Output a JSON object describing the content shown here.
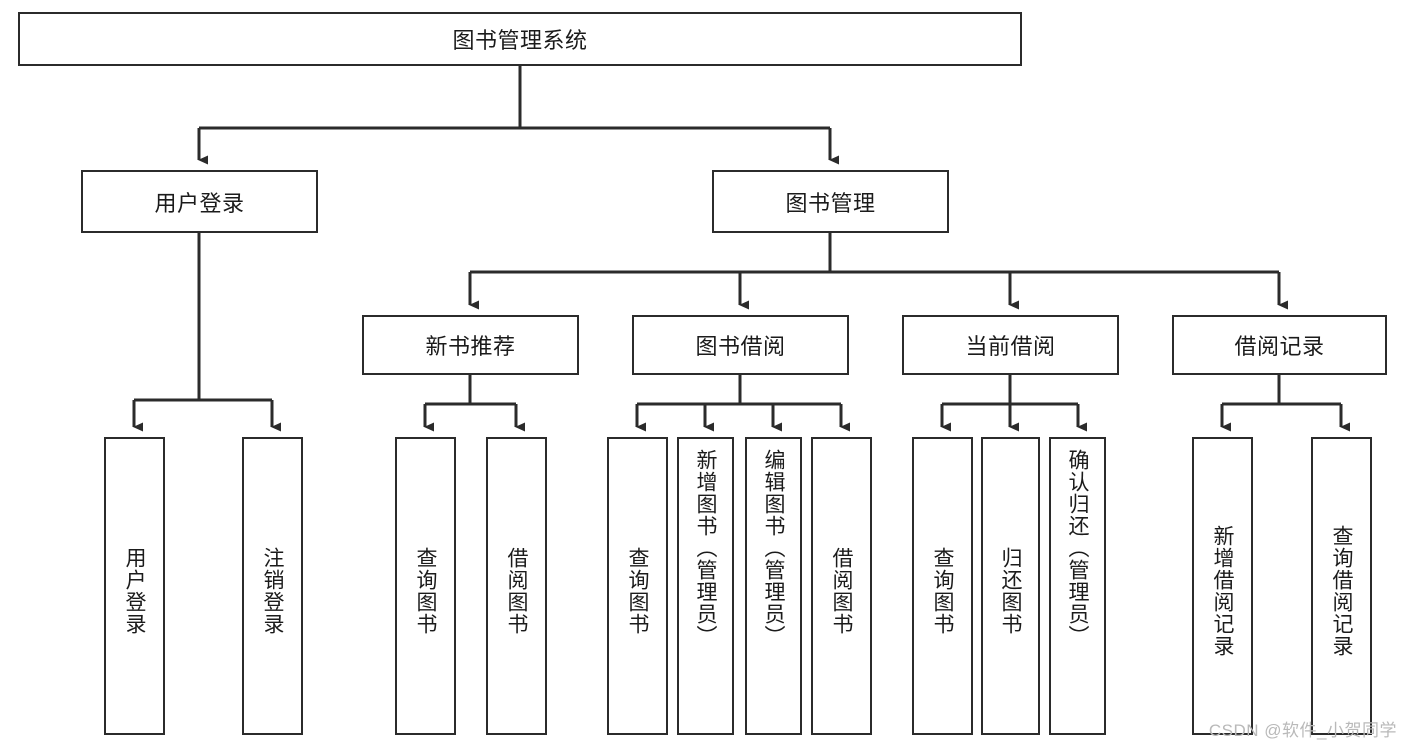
{
  "diagram": {
    "type": "tree-hierarchy-chart",
    "title": "图书管理系统",
    "watermark": "CSDN @软件_小贺同学",
    "colors": {
      "box_border": "#2b2b2b",
      "box_fill": "#ffffff",
      "edge": "#2b2b2b",
      "text": "#1b1b1b",
      "watermark": "#b9b9b9",
      "background": "#ffffff"
    },
    "nodes": {
      "root": "图书管理系统",
      "level2": {
        "user_login": "用户登录",
        "book_manage": "图书管理"
      },
      "level3": {
        "new_book_recommend": "新书推荐",
        "book_borrow": "图书借阅",
        "current_borrow": "当前借阅",
        "borrow_record": "借阅记录"
      },
      "leaves": {
        "user_login_1": "用户登录",
        "user_login_2": "注销登录",
        "new_book_1": "查询图书",
        "new_book_2": "借阅图书",
        "book_borrow_1": "查询图书",
        "book_borrow_2": "新增图书（管理员）",
        "book_borrow_3": "编辑图书（管理员）",
        "book_borrow_4": "借阅图书",
        "current_borrow_1": "查询图书",
        "current_borrow_2": "归还图书",
        "current_borrow_3": "确认归还（管理员）",
        "borrow_record_1": "新增借阅记录",
        "borrow_record_2": "查询借阅记录"
      }
    }
  }
}
